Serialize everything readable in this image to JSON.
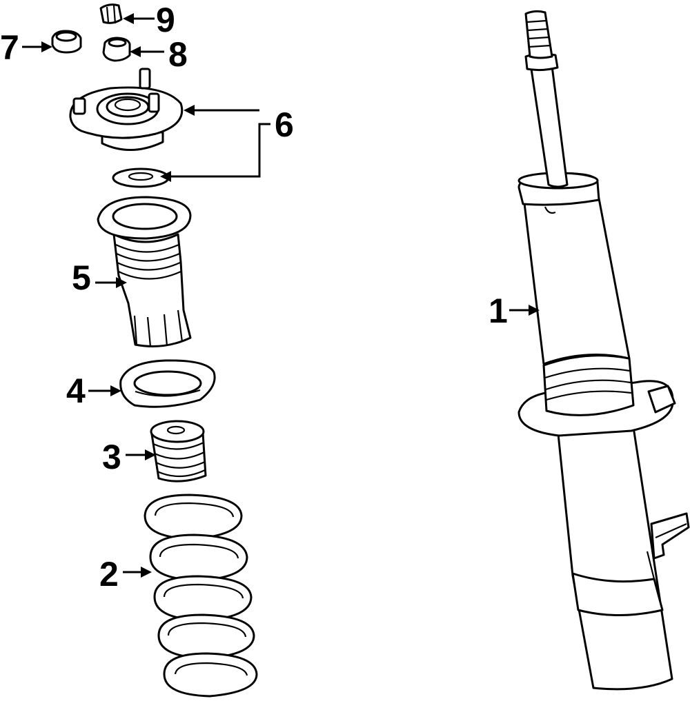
{
  "callouts": {
    "c1": "1",
    "c2": "2",
    "c3": "3",
    "c4": "4",
    "c5": "5",
    "c6": "6",
    "c7": "7",
    "c8": "8",
    "c9": "9"
  },
  "parts": [
    {
      "callout": "1",
      "icon": "strut-assembly-icon"
    },
    {
      "callout": "2",
      "icon": "coil-spring-icon"
    },
    {
      "callout": "3",
      "icon": "bump-stop-icon"
    },
    {
      "callout": "4",
      "icon": "spring-seat-icon"
    },
    {
      "callout": "5",
      "icon": "dust-boot-icon"
    },
    {
      "callout": "6",
      "icon": "strut-mount-icon"
    },
    {
      "callout": "7",
      "icon": "nut-icon"
    },
    {
      "callout": "8",
      "icon": "nut-icon"
    },
    {
      "callout": "9",
      "icon": "nut-icon"
    }
  ],
  "colors": {
    "line": "#000000",
    "background": "#ffffff"
  }
}
